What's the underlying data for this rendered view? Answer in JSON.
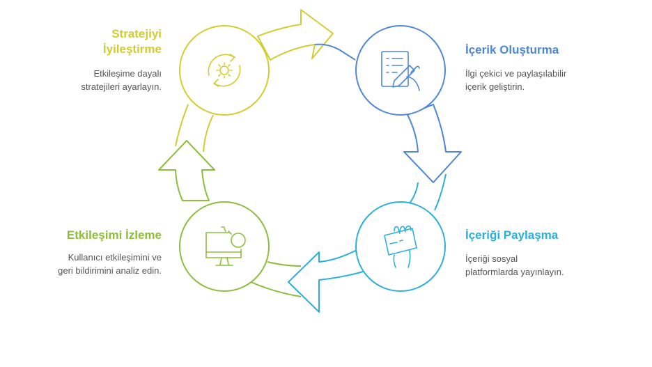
{
  "colors": {
    "yellow": "#d2cd2e",
    "blue": "#4f86d8",
    "cyan": "#2ab0d8",
    "green": "#8dbd3a",
    "desc_text": "#555555"
  },
  "steps": [
    {
      "key": "strateji",
      "title_lines": [
        "Stratejiyi",
        "İyileştirme"
      ],
      "desc_lines": [
        "Etkileşime dayalı",
        "stratejileri ayarlayın."
      ],
      "icon": "gear-refresh-icon",
      "color": "yellow"
    },
    {
      "key": "icerik",
      "title_lines": [
        "İçerik Oluşturma"
      ],
      "desc_lines": [
        "İlgi çekici ve paylaşılabilir",
        "içerik geliştirin."
      ],
      "icon": "document-pen-icon",
      "color": "blue"
    },
    {
      "key": "paylasma",
      "title_lines": [
        "İçeriği Paylaşma"
      ],
      "desc_lines": [
        "İçeriği sosyal",
        "platformlarda yayınlayın."
      ],
      "icon": "hand-holding-phone-icon",
      "color": "cyan"
    },
    {
      "key": "izleme",
      "title_lines": [
        "Etkileşimi İzleme"
      ],
      "desc_lines": [
        "Kullanıcı etkileşimini ve",
        "geri bildirimini analiz edin."
      ],
      "icon": "monitor-magnifier-icon",
      "color": "green"
    }
  ]
}
